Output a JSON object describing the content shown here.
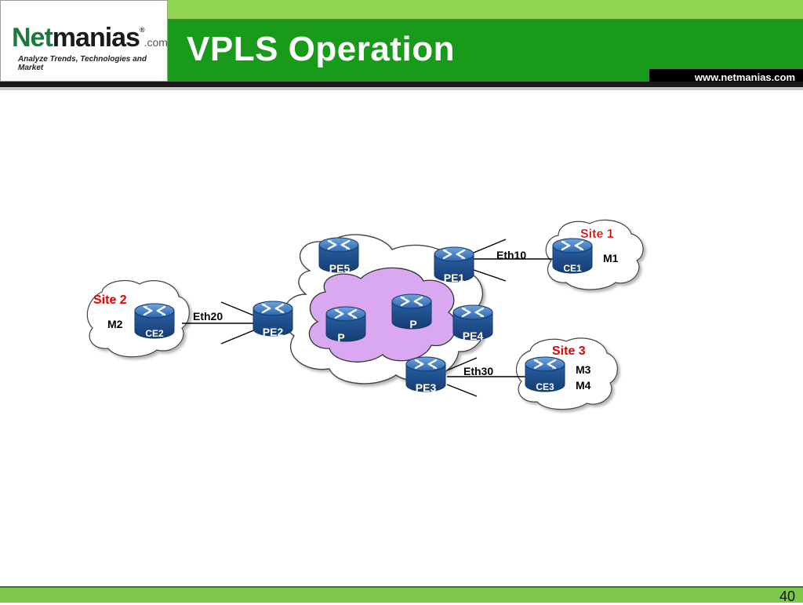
{
  "header": {
    "logo_brand_net": "Net",
    "logo_brand_rest": "manias",
    "logo_reg": "®",
    "logo_com": ".com",
    "logo_tagline": "Analyze Trends, Technologies and Market",
    "title": "VPLS Operation",
    "url": "www.netmanias.com"
  },
  "diagram": {
    "routers": {
      "pe5": "PE5",
      "pe1": "PE1",
      "pe2": "PE2",
      "pe3": "PE3",
      "pe4": "PE4",
      "p_left": "P",
      "p_right": "P",
      "ce1": "CE1",
      "ce2": "CE2",
      "ce3": "CE3"
    },
    "sites": {
      "site1": "Site 1",
      "site2": "Site 2",
      "site3": "Site 3"
    },
    "hosts": {
      "m1": "M1",
      "m2": "M2",
      "m3": "M3",
      "m4": "M4"
    },
    "links": {
      "eth10": "Eth10",
      "eth20": "Eth20",
      "eth30": "Eth30"
    }
  },
  "footer": {
    "page_number": "40"
  },
  "colors": {
    "title_green": "#1a9a1a",
    "light_green": "#8fd54f",
    "site_red": "#e00000",
    "router_blue": "#1b4f8f",
    "core_purple": "#d9a8f0"
  }
}
